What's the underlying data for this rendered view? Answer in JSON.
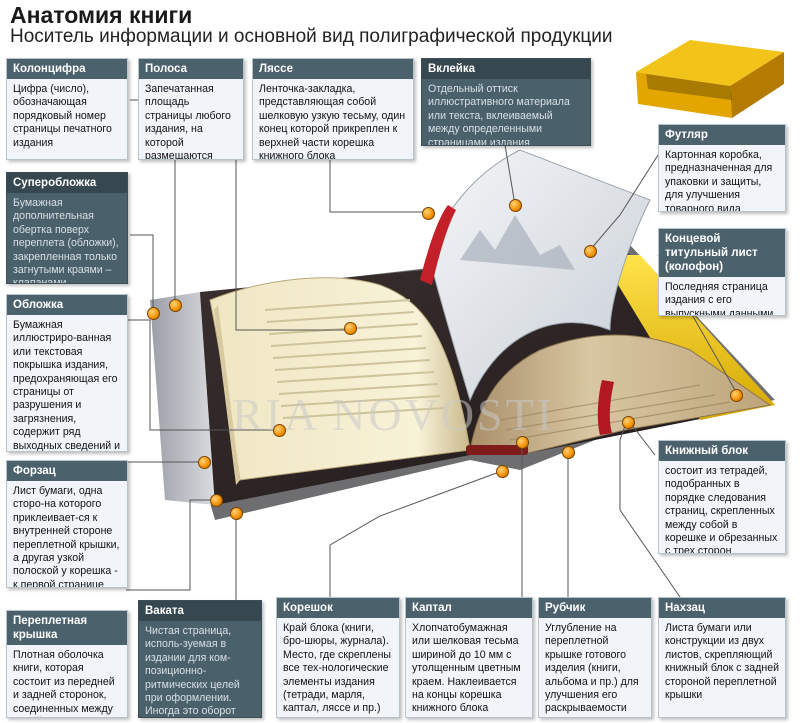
{
  "header": {
    "title": "Анатомия книги",
    "subtitle": "Носитель информации и основной вид полиграфической продукции"
  },
  "watermark": "RIA NOVOSTI",
  "colors": {
    "panel_header": "#4b616b",
    "panel_bg": "#f1f5f9",
    "marker": "#f29100",
    "book_cover": "#c9a227"
  },
  "items": {
    "kolontsifra": {
      "title": "Колонцифра",
      "text": "Цифра (число), обозначающая порядковый номер страницы печатного издания"
    },
    "polosa": {
      "title": "Полоса",
      "text": "Запечатанная площадь страницы любого издания, на которой размещаются текст, иллюстрации"
    },
    "lyasse": {
      "title": "Ляссе",
      "text": "Ленточка-закладка, представляющая собой шелковую узкую тесьму, один конец которой прикреплен к верхней части корешка книжного блока"
    },
    "vkleyka": {
      "title": "Вклейка",
      "text": "Отдельный оттиск иллюстративного материала или текста, вклеиваемый между определенными страницами издания"
    },
    "futlyar": {
      "title": "Футляр",
      "text": "Картонная коробка, предназначенная для упаковки и защиты, для улучшения товарного вида"
    },
    "superoblozhka": {
      "title": "Суперобложка",
      "text": "Бумажная дополнительная обертка поверх переплета (обложки), закрепленная только загнутыми краями – клапанами"
    },
    "kontsevoy": {
      "title": "Концевой титульный лист (колофон)",
      "text": "Последняя страница издания с его выпускными данными"
    },
    "oblozhka": {
      "title": "Обложка",
      "text": "Бумажная иллюстриро-ванная или текстовая покрышка издания, предохраняющая его страницы от разрушения и загрязнения, содержит ряд выходных сведений и служит элементом внешнего оформления"
    },
    "knizhny_blok": {
      "title": "Книжный блок",
      "text": "состоит из тетрадей, подобранных в порядке следования страниц, скрепленных между собой в корешке и обрезанных с трех сторон"
    },
    "forzats": {
      "title": "Форзац",
      "text": "Лист бумаги, одна сторо-на которого приклеивает-ся к внутренней стороне переплетной крышки, а другая узкой полоской у корешка - к первой странице"
    },
    "pereplet": {
      "title": "Переплетная крышка",
      "text": "Плотная оболочка книги, которая состоит из передней и задней сторонок, соединенных между собой в корешке"
    },
    "vakata": {
      "title": "Ваката",
      "text": "Чистая страница, исполь-зуемая в издании для ком-позиционно-ритмических целей при оформлении. Иногда это оборот титуль-ного листа, шмуцтитула."
    },
    "koreshok": {
      "title": "Корешок",
      "text": "Край блока (книги, бро-шюры, журнала). Место, где скреплены все тех-нологические элементы издания (тетради, марля, каптал, ляссе и пр.)"
    },
    "kaptal": {
      "title": "Каптал",
      "text": "Хлопчатобумажная или шелковая тесьма шириной до 10 мм с утолщенным цветным краем. Наклеивается на концы корешка книжного блока"
    },
    "rubchik": {
      "title": "Рубчик",
      "text": "Углубление на переплетной крышке готового изделия (книги, альбома и пр.) для улучшения его раскрываемости"
    },
    "nakhzats": {
      "title": "Нахзац",
      "text": "Листа бумаги или конструкции из двух листов, скрепляющий книжный блок с задней стороной переплетной крышки"
    }
  }
}
